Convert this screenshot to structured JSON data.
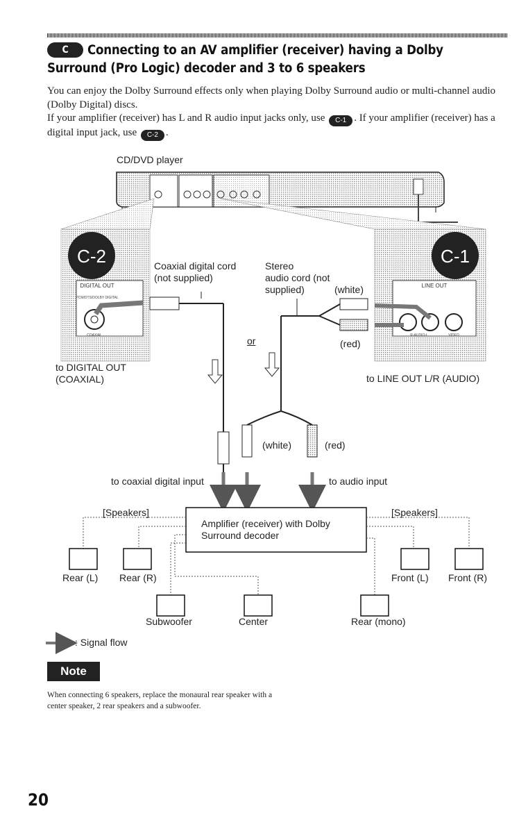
{
  "section": {
    "badge": "C",
    "title": "Connecting to an AV amplifier (receiver) having a Dolby Surround (Pro Logic) decoder and 3 to 6 speakers"
  },
  "intro": {
    "line1": "You can enjoy the Dolby Surround effects only when playing Dolby Surround audio or multi-channel audio (Dolby Digital) discs.",
    "line2_a": "If your amplifier (receiver) has L and R audio input jacks only, use",
    "line2_badge": "C-1",
    "line2_b": ". If your amplifier (receiver) has a digital input jack, use",
    "line2_badge2": "C-2",
    "line2_c": "."
  },
  "diagram": {
    "player_label": "CD/DVD player",
    "badge_c2": "C-2",
    "badge_c1": "C-1",
    "jack_digital_out": "DIGITAL OUT",
    "jack_pcm": "PCM/DTS/DOLBY DIGITAL",
    "jack_coaxial": "COAXIAL",
    "jack_line_out": "LINE OUT",
    "jack_r_audio_l": "R-AUDIO-L",
    "jack_video": "VIDEO",
    "coax_cord": "Coaxial digital cord\n(not supplied)",
    "stereo_cord": "Stereo\naudio cord (not\nsupplied)",
    "white_top": "(white)",
    "red_top": "(red)",
    "or_label": "or",
    "to_digital_out": "to DIGITAL OUT\n(COAXIAL)",
    "to_line_out": "to LINE OUT L/R (AUDIO)",
    "white_bottom": "(white)",
    "red_bottom": "(red)",
    "to_coax_input": "to coaxial digital input",
    "to_audio_input": "to audio input",
    "speakers_left": "[Speakers]",
    "speakers_right": "[Speakers]",
    "amplifier": "Amplifier (receiver) with Dolby\nSurround decoder",
    "rear_l": "Rear (L)",
    "rear_r": "Rear (R)",
    "front_l": "Front (L)",
    "front_r": "Front (R)",
    "subwoofer": "Subwoofer",
    "center": "Center",
    "rear_mono": "Rear (mono)",
    "signal_flow": ": Signal flow"
  },
  "note": {
    "title": "Note",
    "text": "When connecting 6 speakers, replace the monaural rear speaker with a center speaker, 2 rear speakers and a subwoofer."
  },
  "page_number": "20"
}
